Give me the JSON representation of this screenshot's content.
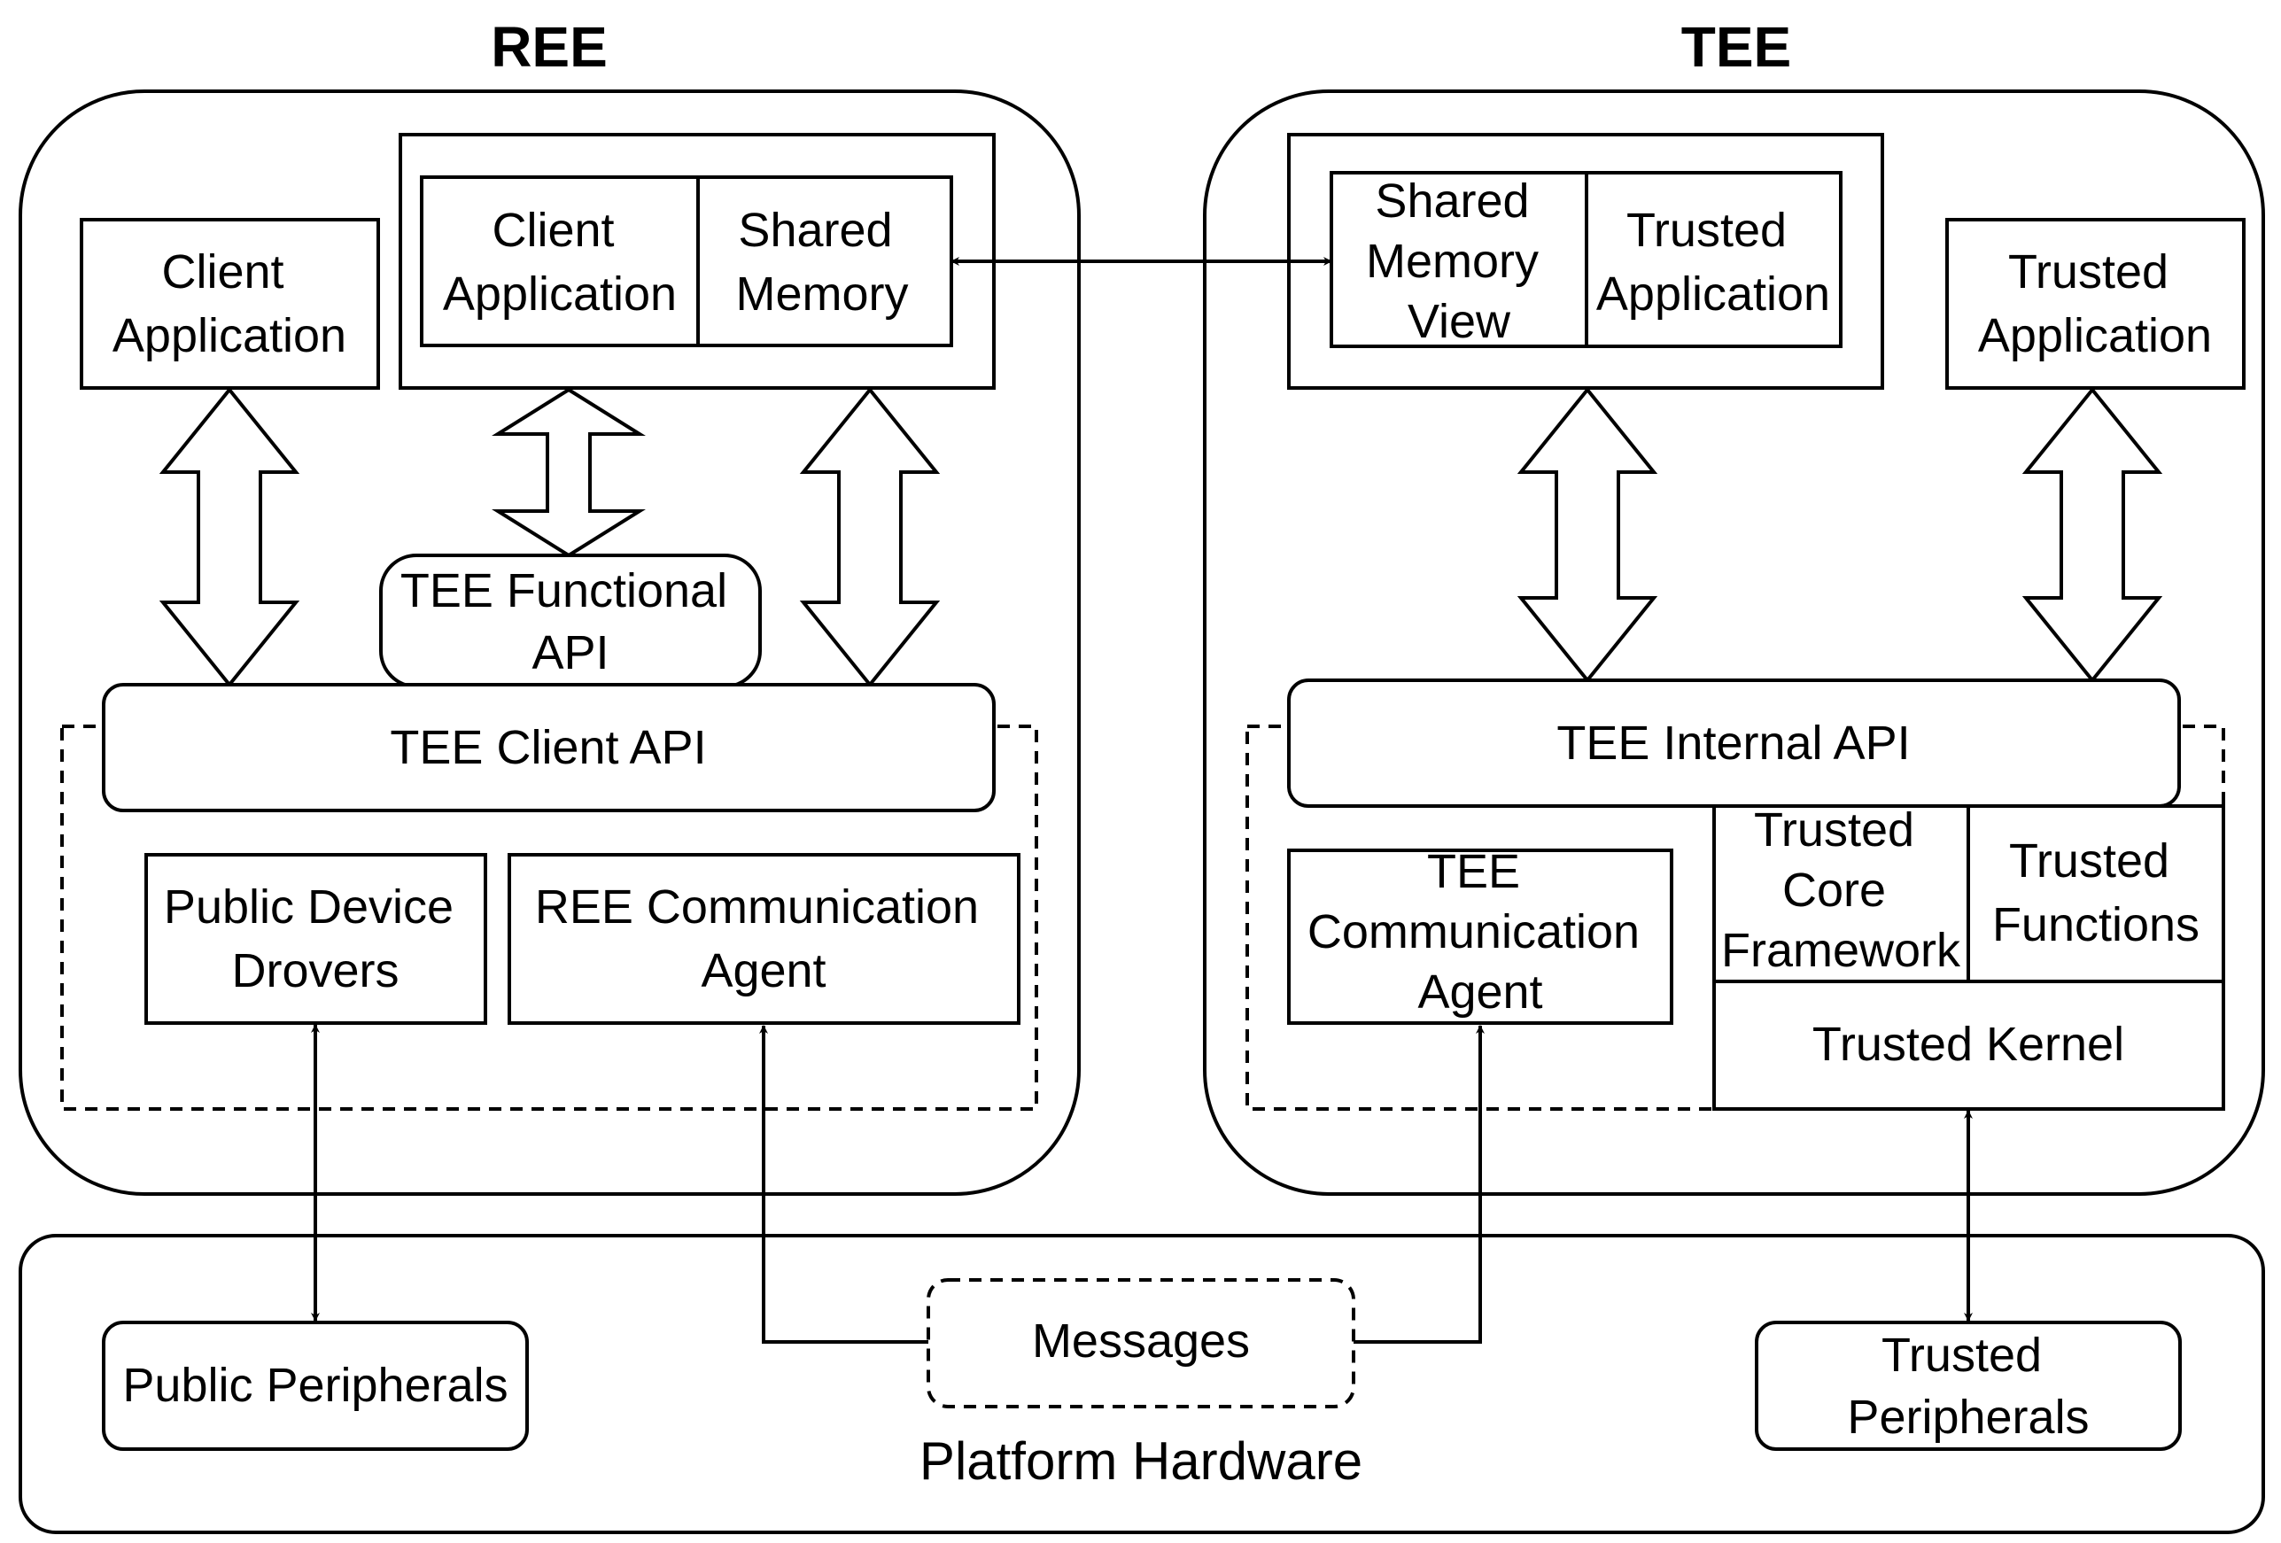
{
  "ree": {
    "title": "REE",
    "client_app": [
      "Client",
      "Application"
    ],
    "shared_client_app": [
      "Client",
      "Application"
    ],
    "shared_memory": [
      "Shared",
      "Memory"
    ],
    "functional_api": [
      "TEE Functional",
      "API"
    ],
    "client_api": "TEE Client API",
    "public_drivers": [
      "Public Device",
      "Drovers"
    ],
    "comm_agent": [
      "REE Communication",
      "Agent"
    ]
  },
  "tee": {
    "title": "TEE",
    "shared_memory_view": [
      "Shared",
      "Memory",
      "View"
    ],
    "shared_trusted_app": [
      "Trusted",
      "Application"
    ],
    "trusted_app": [
      "Trusted",
      "Application"
    ],
    "internal_api": "TEE Internal API",
    "comm_agent": [
      "TEE",
      "Communication",
      "Agent"
    ],
    "core_framework": [
      "Trusted",
      "Core",
      "Framework"
    ],
    "trusted_functions": [
      "Trusted",
      "Functions"
    ],
    "trusted_kernel": "Trusted Kernel"
  },
  "hardware": {
    "title": "Platform Hardware",
    "public_peripherals": "Public Peripherals",
    "messages": "Messages",
    "trusted_peripherals": [
      "Trusted",
      "Peripherals"
    ]
  }
}
